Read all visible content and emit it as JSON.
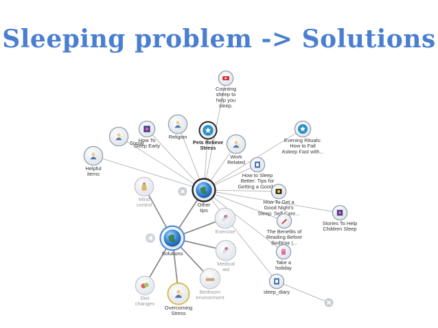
{
  "title": "Sleeping problem -> Solutions",
  "colors": {
    "title": "#4a7fd0",
    "link": "#b8b8b8",
    "link_strong": "#8a8a8a",
    "node_ring": "#9aa4b0",
    "node_ring_center": "#222222",
    "node_ring_yellow": "#d4b94c",
    "node_ring_blue": "#4a8ad4",
    "icon_blue": "#2d5fa8",
    "youtube_red": "#d72c2c"
  },
  "nodes": {
    "solutions": {
      "label": "Solutions",
      "icon": "globe-icon"
    },
    "other_tips": {
      "label": "Other tips",
      "icon": "globe-icon"
    },
    "counting_sheep": {
      "label": "Counting sheep to help you sleep.",
      "icon": "youtube-icon"
    },
    "pets_relieve_stress": {
      "label": "Pets Relieve Stress",
      "icon": "star-icon"
    },
    "religion": {
      "label": "Religion",
      "icon": "person-icon"
    },
    "how_to_sleep_early": {
      "label": "How To Sleep Early",
      "icon": "image-icon"
    },
    "social": {
      "label": "Social",
      "icon": "person-icon"
    },
    "helpful_items": {
      "label": "Helpful items",
      "icon": "person-icon"
    },
    "work_related": {
      "label": "Work Related",
      "icon": "person-icon"
    },
    "evening_rituals": {
      "label": "Evening Rituals: How to Fall Asleep Fast with...",
      "icon": "star-icon"
    },
    "how_to_sleep_better": {
      "label": "How to Sleep Better: Tips for Getting a Good...",
      "icon": "document-icon"
    },
    "good_nights_sleep": {
      "label": "How To Get a Good Night's Sleep: Self Care...",
      "icon": "camera-icon"
    },
    "stories_children": {
      "label": "Stories To Help Children Sleep",
      "icon": "image-icon"
    },
    "benefits_reading": {
      "label": "The Benefits of Reading Before Bedtime |...",
      "icon": "pencil-icon"
    },
    "take_a_holiday": {
      "label": "Take a holiday",
      "icon": "page-icon"
    },
    "sleep_diary": {
      "label": "sleep_diary",
      "icon": "document-icon"
    },
    "mind_control": {
      "label": "Mind control",
      "icon": "bottle-icon"
    },
    "exercise": {
      "label": "Exercise",
      "icon": "pill-icon"
    },
    "medical_aid": {
      "label": "Medical aid",
      "icon": "pill-icon"
    },
    "bedroom_environment": {
      "label": "Bedroom environment",
      "icon": "bed-icon"
    },
    "diet_changes": {
      "label": "Diet changes",
      "icon": "fruit-icon"
    },
    "overcoming_stress": {
      "label": "Overcoming Stress",
      "icon": "person-icon"
    }
  },
  "links": [
    [
      "other_tips",
      "counting_sheep"
    ],
    [
      "other_tips",
      "pets_relieve_stress"
    ],
    [
      "other_tips",
      "religion"
    ],
    [
      "other_tips",
      "how_to_sleep_early"
    ],
    [
      "other_tips",
      "social"
    ],
    [
      "other_tips",
      "helpful_items"
    ],
    [
      "other_tips",
      "work_related"
    ],
    [
      "other_tips",
      "evening_rituals"
    ],
    [
      "other_tips",
      "how_to_sleep_better"
    ],
    [
      "other_tips",
      "good_nights_sleep"
    ],
    [
      "other_tips",
      "stories_children"
    ],
    [
      "other_tips",
      "benefits_reading"
    ],
    [
      "other_tips",
      "take_a_holiday"
    ],
    [
      "other_tips",
      "sleep_diary"
    ],
    [
      "solutions",
      "other_tips"
    ],
    [
      "solutions",
      "mind_control"
    ],
    [
      "solutions",
      "exercise"
    ],
    [
      "solutions",
      "medical_aid"
    ],
    [
      "solutions",
      "bedroom_environment"
    ],
    [
      "solutions",
      "diet_changes"
    ],
    [
      "solutions",
      "overcoming_stress"
    ]
  ],
  "controls": {
    "close_icon": "close-icon",
    "back_icon": "back-arrow-icon"
  }
}
